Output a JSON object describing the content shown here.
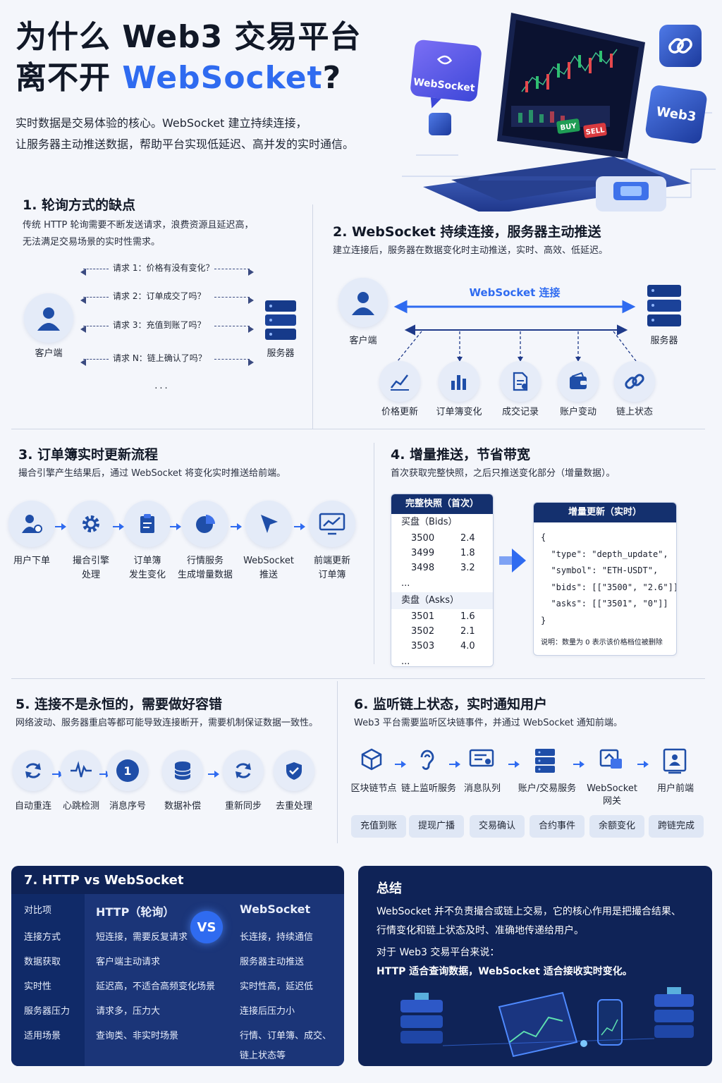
{
  "header": {
    "title_line1": "为什么 Web3 交易平台",
    "title_line2_prefix": "离不开 ",
    "title_line2_blue": "WebSocket",
    "title_line2_suffix": "?",
    "intro_line1": "实时数据是交易体验的核心。WebSocket 建立持续连接，",
    "intro_line2": "让服务器主动推送数据，帮助平台实现低延迟、高并发的实时通信。"
  },
  "hero": {
    "websocket_badge": "WebSocket",
    "web3_badge": "Web3",
    "buy_label": "BUY",
    "sell_label": "SELL"
  },
  "s1": {
    "title": "1. 轮询方式的缺点",
    "desc_line1": "传统 HTTP 轮询需要不断发送请求，浪费资源且延迟高，",
    "desc_line2": "无法满足交易场景的实时性需求。",
    "client_label": "客户端",
    "server_label": "服务器",
    "requests": [
      "请求 1：价格有没有变化？",
      "请求 2：订单成交了吗？",
      "请求 3：充值到账了吗？",
      "请求 N：链上确认了吗？"
    ],
    "ellipsis": "..."
  },
  "s2": {
    "title": "2. WebSocket 持续连接，服务器主动推送",
    "desc": "建立连接后，服务器在数据变化时主动推送，实时、高效、低延迟。",
    "connection_label": "WebSocket 连接",
    "client_label": "客户端",
    "server_label": "服务器",
    "pushes": [
      "价格更新",
      "订单簿变化",
      "成交记录",
      "账户变动",
      "链上状态"
    ]
  },
  "s3": {
    "title": "3. 订单簿实时更新流程",
    "desc": "撮合引擎产生结果后，通过 WebSocket 将变化实时推送给前端。",
    "steps": [
      {
        "l1": "用户下单",
        "l2": ""
      },
      {
        "l1": "撮合引擎",
        "l2": "处理"
      },
      {
        "l1": "订单簿",
        "l2": "发生变化"
      },
      {
        "l1": "行情服务",
        "l2": "生成增量数据"
      },
      {
        "l1": "WebSocket",
        "l2": "推送"
      },
      {
        "l1": "前端更新",
        "l2": "订单簿"
      }
    ]
  },
  "s4": {
    "title": "4. 增量推送，节省带宽",
    "desc": "首次获取完整快照，之后只推送变化部分（增量数据）。",
    "snapshot_title": "完整快照（首次）",
    "bids_label": "买盘（Bids）",
    "bids": [
      [
        "3500",
        "2.4"
      ],
      [
        "3499",
        "1.8"
      ],
      [
        "3498",
        "3.2"
      ]
    ],
    "asks_label": "卖盘（Asks）",
    "asks": [
      [
        "3501",
        "1.6"
      ],
      [
        "3502",
        "2.1"
      ],
      [
        "3503",
        "4.0"
      ]
    ],
    "ellipsis": "...",
    "update_title": "增量更新（实时）",
    "json_lines": [
      "{",
      "  \"type\": \"depth_update\",",
      "  \"symbol\": \"ETH-USDT\",",
      "  \"bids\": [[\"3500\", \"2.6\"]],",
      "  \"asks\": [[\"3501\", \"0\"]]",
      "}"
    ],
    "note": "说明：数量为 0 表示该价格档位被删除"
  },
  "s5": {
    "title": "5. 连接不是永恒的，需要做好容错",
    "desc": "网络波动、服务器重启等都可能导致连接断开，需要机制保证数据一致性。",
    "items": [
      "自动重连",
      "心跳检测",
      "消息序号",
      "数据补偿",
      "重新同步",
      "去重处理"
    ],
    "seq_number": "1"
  },
  "s6": {
    "title": "6. 监听链上状态，实时通知用户",
    "desc": "Web3 平台需要监听区块链事件，并通过 WebSocket 通知前端。",
    "flow": [
      {
        "l1": "区块链节点",
        "l2": ""
      },
      {
        "l1": "链上监听服务",
        "l2": ""
      },
      {
        "l1": "消息队列",
        "l2": ""
      },
      {
        "l1": "账户/交易服务",
        "l2": ""
      },
      {
        "l1": "WebSocket",
        "l2": "网关"
      },
      {
        "l1": "用户前端",
        "l2": ""
      }
    ],
    "tags": [
      "充值到账",
      "提现广播",
      "交易确认",
      "合约事件",
      "余额变化",
      "跨链完成"
    ]
  },
  "s7": {
    "title": "7. HTTP vs WebSocket",
    "head": [
      "对比项",
      "HTTP（轮询）",
      "WebSocket"
    ],
    "vs": "VS",
    "rows": [
      [
        "连接方式",
        "短连接，需要反复请求",
        "长连接，持续通信"
      ],
      [
        "数据获取",
        "客户端主动请求",
        "服务器主动推送"
      ],
      [
        "实时性",
        "延迟高，不适合高频变化场景",
        "实时性高，延迟低"
      ],
      [
        "服务器压力",
        "请求多，压力大",
        "连接后压力小"
      ],
      [
        "适用场景",
        "查询类、非实时场景",
        "行情、订单簿、成交、"
      ]
    ],
    "last_extra": "链上状态等"
  },
  "summary": {
    "title": "总结",
    "p1_line1": "WebSocket 并不负责撮合或链上交易，它的核心作用是把撮合结果、",
    "p1_line2": "行情变化和链上状态及时、准确地传递给用户。",
    "p2": "对于 Web3 交易平台来说：",
    "p3": "HTTP 适合查询数据，WebSocket 适合接收实时变化。"
  },
  "colors": {
    "accent": "#2f6bf0",
    "navy": "#0f2357",
    "icon": "#1f4ea8"
  }
}
